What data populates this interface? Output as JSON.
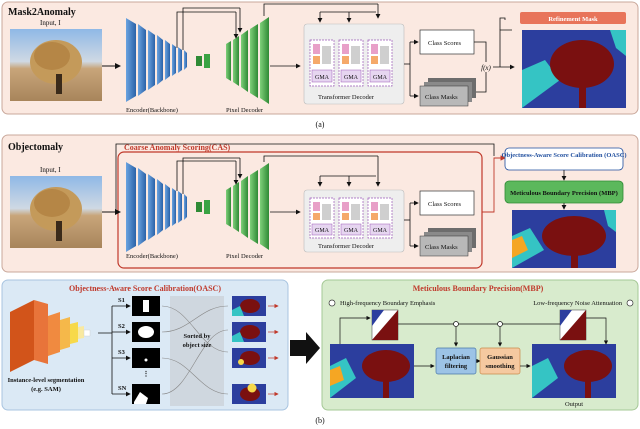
{
  "panel_a": {
    "title": "Mask2Anomaly",
    "input_label": "Input, I",
    "encoder_label": "Encoder(Backbone)",
    "pixel_decoder_label": "Pixel Decoder",
    "transformer_decoder_label": "Transformer Decoder",
    "gma_label": "GMA",
    "class_scores": "Class Scores",
    "class_masks": "Class Masks",
    "func_label": "f(x)",
    "refinement_mask": "Refinement Mask",
    "caption": "(a)"
  },
  "panel_b": {
    "title": "Objectomaly",
    "cas_title": "Coarse Anomaly Scoring(CAS)",
    "input_label": "Input, I",
    "encoder_label": "Encoder(Backbone)",
    "pixel_decoder_label": "Pixel Decoder",
    "transformer_decoder_label": "Transformer Decoder",
    "gma_label": "GMA",
    "class_scores": "Class Scores",
    "class_masks": "Class Masks",
    "oasc_box": "Objectness-Aware Score Calibration (OASC)",
    "mbp_box": "Meticulous Boundary Precision (MBP)",
    "caption": "(b)"
  },
  "oasc_panel": {
    "title": "Objectness-Aware Score Calibration(OASC)",
    "seg_label_1": "Instance-level segmentation",
    "seg_label_2": "(e.g. SAM)",
    "s_labels": [
      "S1",
      "S2",
      "S3",
      "SN"
    ],
    "sorted_label_1": "Sorted by",
    "sorted_label_2": "object size"
  },
  "mbp_panel": {
    "title": "Meticulous Boundary Precision(MBP)",
    "high_freq": "High-frequency Boundary Emphasis",
    "low_freq": "Low-frequency Noise Attenuation",
    "laplacian_1": "Laplacian",
    "laplacian_2": "filtering",
    "gaussian_1": "Gaussian",
    "gaussian_2": "smoothing",
    "output": "Output"
  },
  "colors": {
    "panel_bg": "#fbe9e1",
    "panel_border": "#c9a89b",
    "oasc_bg": "#dbe9f5",
    "mbp_bg": "#d8ebcd",
    "encoder_blue": "#3b7dc4",
    "decoder_green": "#3aa343",
    "gma_pink": "#e8a0c8",
    "gma_orange": "#f5a96a",
    "heat_dark": "#7a1010",
    "heat_blue": "#2c3e9e",
    "heat_cyan": "#35c4c4"
  }
}
